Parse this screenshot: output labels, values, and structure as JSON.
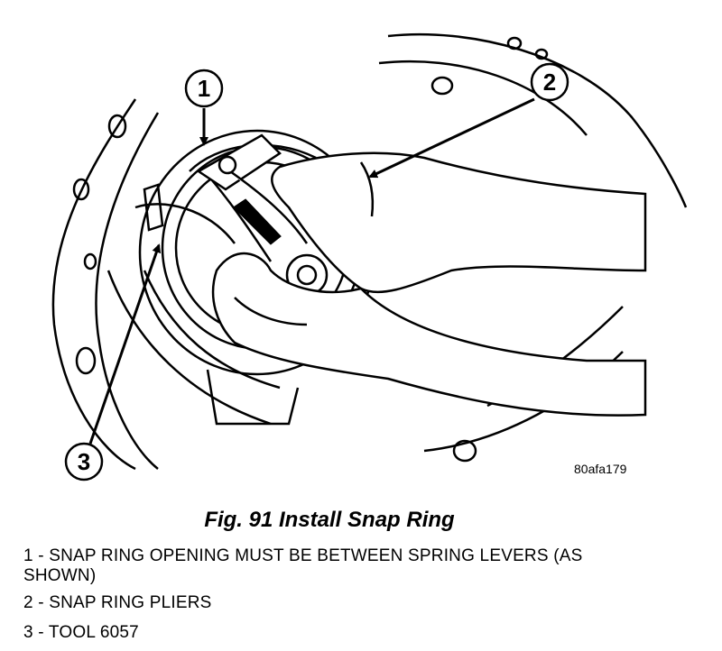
{
  "figure": {
    "image_code": "80afa179",
    "caption": "Fig. 91 Install Snap Ring",
    "callouts": [
      "1",
      "2",
      "3"
    ]
  },
  "legend": [
    {
      "text": "1 - SNAP RING OPENING MUST BE BETWEEN SPRING LEVERS (AS SHOWN)"
    },
    {
      "text": "2 - SNAP RING PLIERS"
    },
    {
      "text": "3 - TOOL 6057"
    }
  ]
}
